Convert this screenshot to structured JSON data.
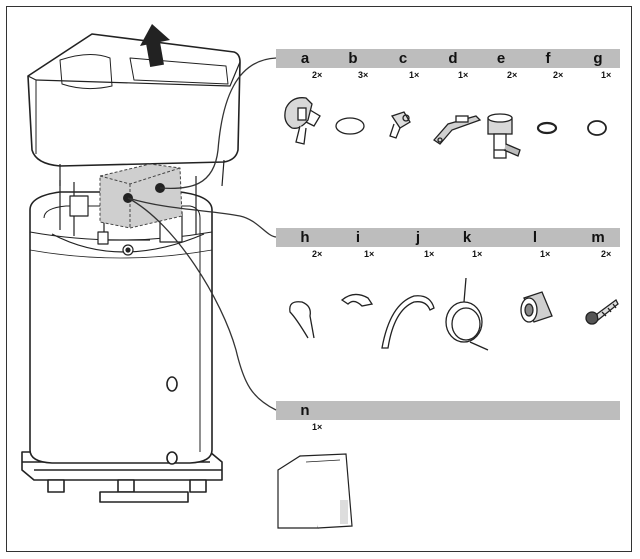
{
  "accessories": [
    {
      "letter": "a",
      "qty": "2×"
    },
    {
      "letter": "b",
      "qty": "3×"
    },
    {
      "letter": "c",
      "qty": "1×"
    },
    {
      "letter": "d",
      "qty": "1×"
    },
    {
      "letter": "e",
      "qty": "2×"
    },
    {
      "letter": "f",
      "qty": "2×"
    },
    {
      "letter": "g",
      "qty": "1×"
    },
    {
      "letter": "h",
      "qty": "2×"
    },
    {
      "letter": "i",
      "qty": "1×"
    },
    {
      "letter": "j",
      "qty": "1×"
    },
    {
      "letter": "k",
      "qty": "1×"
    },
    {
      "letter": "l",
      "qty": "1×"
    },
    {
      "letter": "m",
      "qty": "2×"
    },
    {
      "letter": "n",
      "qty": "1×"
    }
  ],
  "colors": {
    "band": "#bdbdbd",
    "line": "#333333",
    "frame": "#333333"
  }
}
